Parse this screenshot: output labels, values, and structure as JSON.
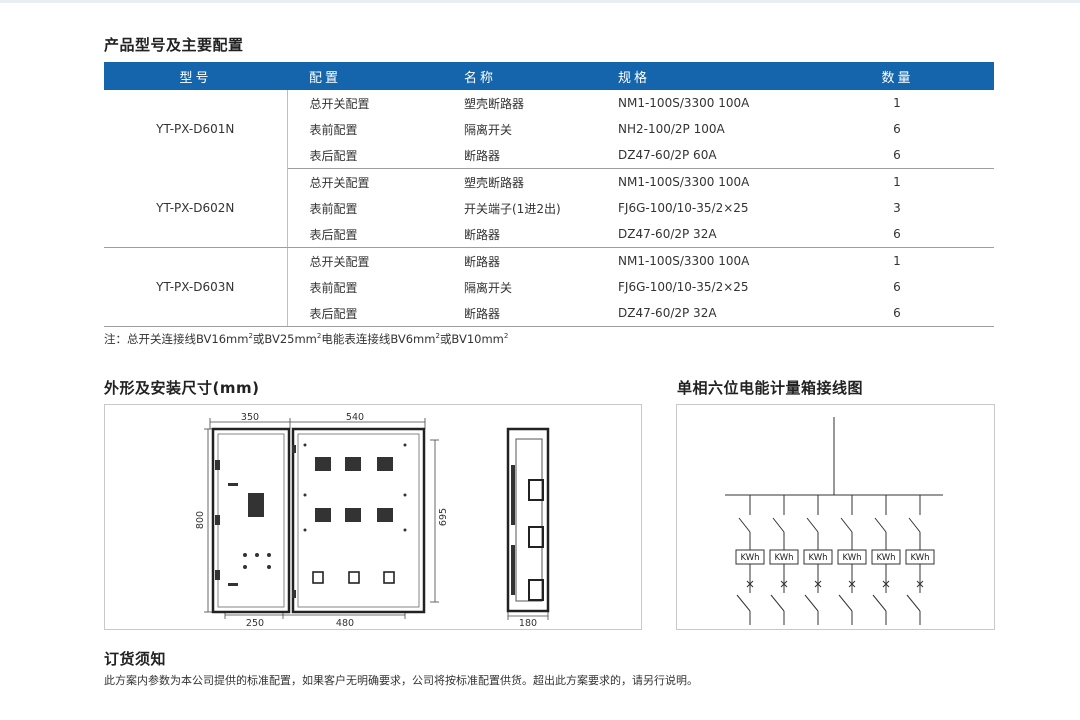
{
  "section_products": {
    "title": "产品型号及主要配置"
  },
  "table": {
    "headers": {
      "model": "型号",
      "config": "配置",
      "name": "名称",
      "spec": "规格",
      "qty": "数量"
    },
    "groups": [
      {
        "model": "YT-PX-D601N",
        "rows": [
          {
            "config": "总开关配置",
            "name": "塑壳断路器",
            "spec": "NM1-100S/3300 100A",
            "qty": "1"
          },
          {
            "config": "表前配置",
            "name": "隔离开关",
            "spec": "NH2-100/2P 100A",
            "qty": "6"
          },
          {
            "config": "表后配置",
            "name": "断路器",
            "spec": "DZ47-60/2P 60A",
            "qty": "6"
          }
        ]
      },
      {
        "model": "YT-PX-D602N",
        "rows": [
          {
            "config": "总开关配置",
            "name": "塑壳断路器",
            "spec": "NM1-100S/3300 100A",
            "qty": "1"
          },
          {
            "config": "表前配置",
            "name": "开关端子(1进2出)",
            "spec": "FJ6G-100/10-35/2×25",
            "qty": "3"
          },
          {
            "config": "表后配置",
            "name": "断路器",
            "spec": "DZ47-60/2P 32A",
            "qty": "6"
          }
        ]
      },
      {
        "model": "YT-PX-D603N",
        "rows": [
          {
            "config": "总开关配置",
            "name": "断路器",
            "spec": "NM1-100S/3300 100A",
            "qty": "1"
          },
          {
            "config": "表前配置",
            "name": "隔离开关",
            "spec": "FJ6G-100/10-35/2×25",
            "qty": "6"
          },
          {
            "config": "表后配置",
            "name": "断路器",
            "spec": "DZ47-60/2P 32A",
            "qty": "6"
          }
        ]
      }
    ]
  },
  "note": {
    "t1": "注：总开关连接线BV16mm",
    "s1": "2",
    "t2": "或BV25mm",
    "s2": "2",
    "t3": "电能表连接线BV6mm",
    "s3": "2",
    "t4": "或BV10mm",
    "s4": "2"
  },
  "section_dimensions": {
    "title": "外形及安装尺寸(mm)"
  },
  "dimensions": {
    "top_left": "350",
    "top_right": "540",
    "height": "800",
    "inner_height": "695",
    "bottom_left": "250",
    "bottom_right": "480",
    "depth": "180"
  },
  "section_wiring": {
    "title": "单相六位电能计量箱接线图"
  },
  "wiring": {
    "meters": [
      "KWh",
      "KWh",
      "KWh",
      "KWh",
      "KWh",
      "KWh"
    ]
  },
  "section_order": {
    "title": "订货须知",
    "text": "此方案内参数为本公司提供的标准配置，如果客户无明确要求，公司将按标准配置供货。超出此方案要求的，请另行说明。"
  }
}
